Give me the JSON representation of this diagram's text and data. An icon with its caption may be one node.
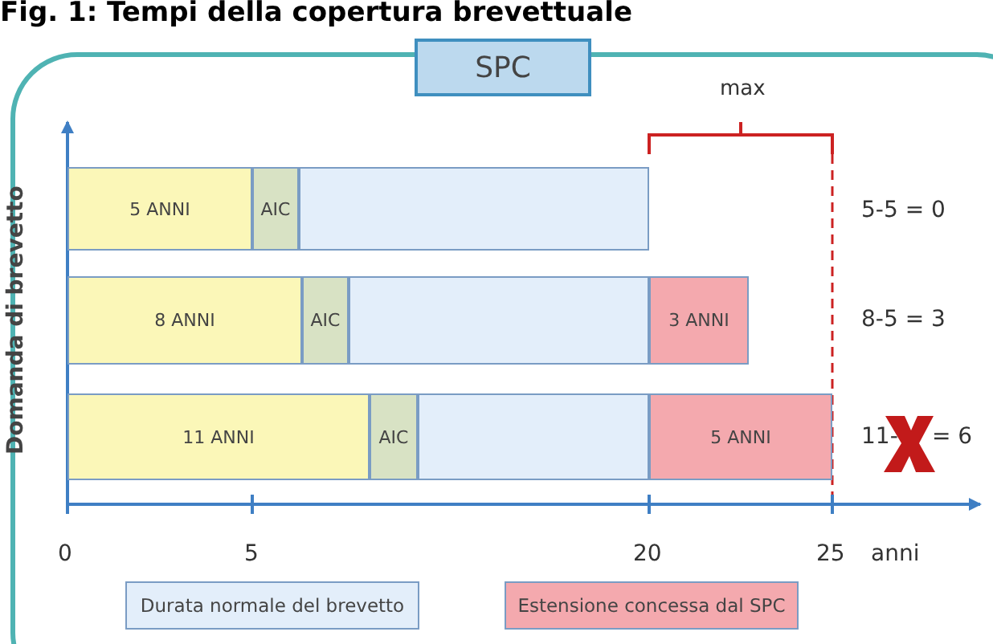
{
  "diagram": {
    "title": "Fig. 1: Tempi della copertura brevettuale",
    "nodes": [
      {
        "text": [
          "SPC"
        ]
      },
      {
        "text": [
          "5 ANNI"
        ]
      },
      {
        "text": [
          "AIC"
        ]
      },
      {
        "text": [],
        "shape": "bar"
      },
      {
        "text": [
          "8 ANNI"
        ]
      },
      {
        "text": [
          "AIC"
        ]
      },
      {
        "text": [],
        "shape": "bar"
      },
      {
        "text": [
          "3 ANNI"
        ]
      },
      {
        "text": [
          "11 ANNI"
        ]
      },
      {
        "text": [
          "AIC"
        ]
      },
      {
        "text": [],
        "shape": "bar"
      },
      {
        "text": [
          "5 ANNI"
        ]
      }
    ],
    "labels": [
      "max",
      "5-5 = 0",
      "8-5 = 3",
      "11-",
      "= 6",
      "Domanda di brevetto",
      "0",
      "5",
      "20",
      "25",
      "anni"
    ],
    "legend": [
      {
        "text": "Durata normale del brevetto",
        "color": "#e3eefa"
      },
      {
        "text": "Estensione concessa dal SPC",
        "color": "#f4a9ae"
      }
    ]
  }
}
